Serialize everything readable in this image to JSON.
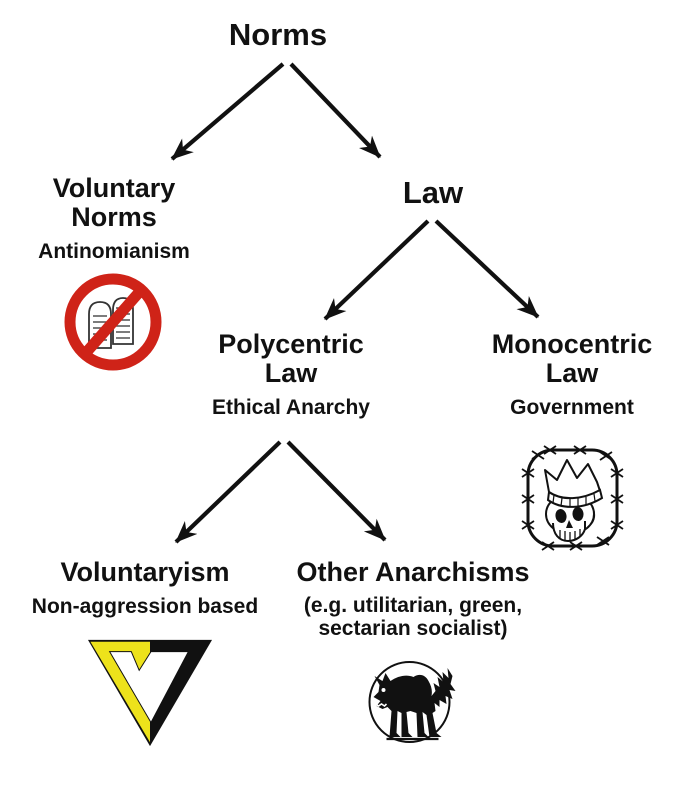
{
  "nodes": {
    "norms": {
      "label": "Norms"
    },
    "voluntary_norms": {
      "title": "Voluntary Norms",
      "subtitle": "Antinomianism",
      "icon": "no-commandment-tablets-icon"
    },
    "law": {
      "label": "Law"
    },
    "polycentric_law": {
      "title": "Polycentric Law",
      "subtitle": "Ethical Anarchy"
    },
    "monocentric_law": {
      "title": "Monocentric Law",
      "subtitle": "Government",
      "icon": "crowned-skull-barbed-wire-icon"
    },
    "voluntaryism": {
      "title": "Voluntaryism",
      "subtitle": "Non-aggression based",
      "icon": "voluntaryist-v-icon"
    },
    "other_anarchisms": {
      "title": "Other Anarchisms",
      "subtitle_line1": "(e.g. utilitarian, green,",
      "subtitle_line2": "sectarian socialist)",
      "icon": "anarchist-black-cat-icon"
    }
  },
  "edges": [
    {
      "from": "norms",
      "to": "voluntary_norms"
    },
    {
      "from": "norms",
      "to": "law"
    },
    {
      "from": "law",
      "to": "polycentric_law"
    },
    {
      "from": "law",
      "to": "monocentric_law"
    },
    {
      "from": "polycentric_law",
      "to": "voluntaryism"
    },
    {
      "from": "polycentric_law",
      "to": "other_anarchisms"
    }
  ],
  "colors": {
    "prohibition_red": "#cf2318",
    "voluntaryism_yellow": "#ede21b",
    "ink_black": "#111111",
    "background": "#ffffff"
  }
}
